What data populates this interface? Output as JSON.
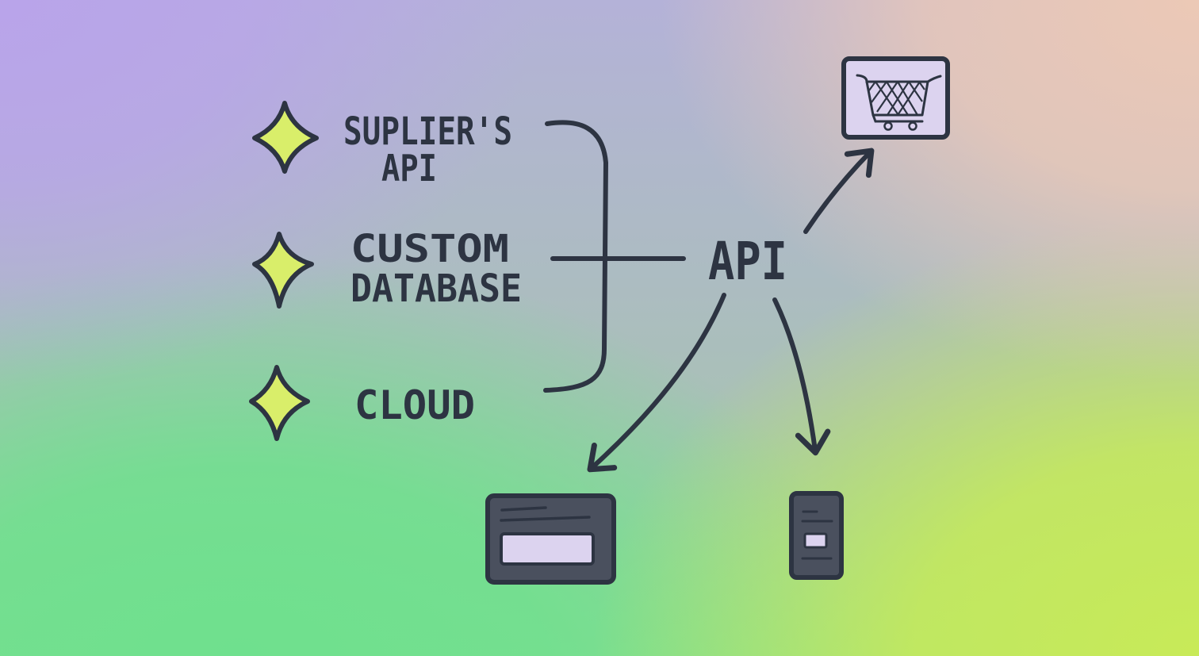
{
  "sources": [
    {
      "lines": [
        "SUPLIER'S",
        "API"
      ]
    },
    {
      "lines": [
        "CUSTOM",
        "DATABASE"
      ]
    },
    {
      "lines": [
        "CLOUD"
      ]
    }
  ],
  "hub": {
    "label": "API"
  },
  "targets": [
    "shopping-cart-icon",
    "desktop-window-icon",
    "mobile-phone-icon"
  ],
  "colors": {
    "ink": "#2d3442",
    "diamond_fill": "#d9ee6a",
    "screen_fill": "#dcd3ef",
    "device_body": "#4a505e"
  }
}
